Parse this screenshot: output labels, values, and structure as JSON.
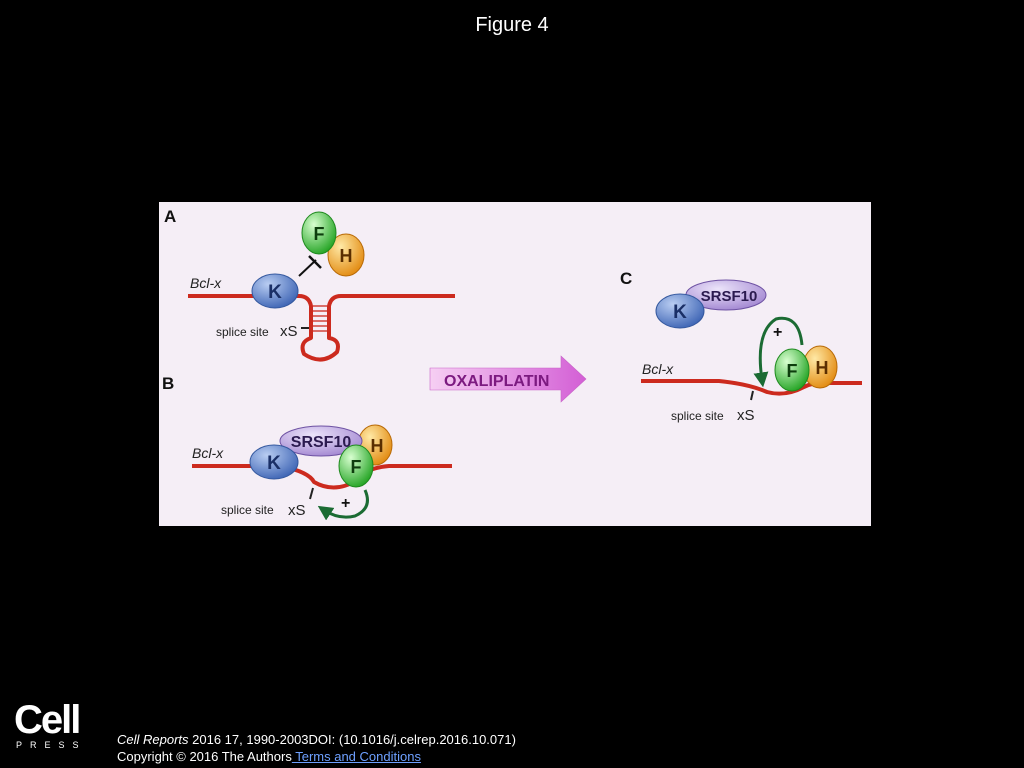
{
  "title": "Figure 4",
  "figure": {
    "panels": {
      "a": "A",
      "b": "B",
      "c": "C"
    },
    "gene_label": "Bcl-x",
    "splice_site_label": "splice site",
    "xs_label": "xS",
    "proteins": {
      "k": "K",
      "f": "F",
      "h": "H",
      "srsf10": "SRSF10"
    },
    "plus_sign": "+",
    "drug_arrow_label": "OXALIPLATIN",
    "colors": {
      "rna": "#cc2a1e",
      "k_protein": "#4f77c4",
      "f_protein": "#35c436",
      "h_protein": "#f0a316",
      "srsf10": "#a98bd3",
      "arrow_green": "#1b6b33",
      "drug_arrow": "#d46ad6"
    }
  },
  "footer": {
    "logo_word": "Cell",
    "logo_sub": "PRESS",
    "journal": "Cell Reports",
    "citation": " 2016 17, 1990-2003DOI: (10.1016/j.celrep.2016.10.071)",
    "copyright": "Copyright © 2016 The Authors",
    "terms_link": " Terms and Conditions"
  }
}
